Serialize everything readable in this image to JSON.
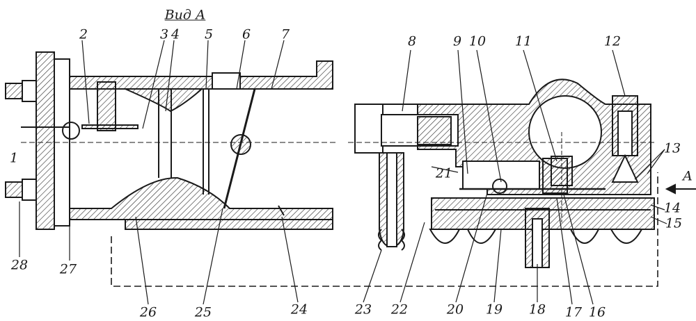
{
  "diagram": {
    "view_title": "Вид А",
    "view_arrow_letter": "А",
    "part_labels": [
      "1",
      "2",
      "3",
      "4",
      "5",
      "6",
      "7",
      "8",
      "9",
      "10",
      "11",
      "12",
      "13",
      "14",
      "15",
      "16",
      "17",
      "18",
      "19",
      "20",
      "21",
      "22",
      "23",
      "24",
      "25",
      "26",
      "27",
      "28"
    ],
    "ink_color": "#1a1a1a",
    "hatch_color": "#2a2a2a",
    "background": "#ffffff"
  }
}
